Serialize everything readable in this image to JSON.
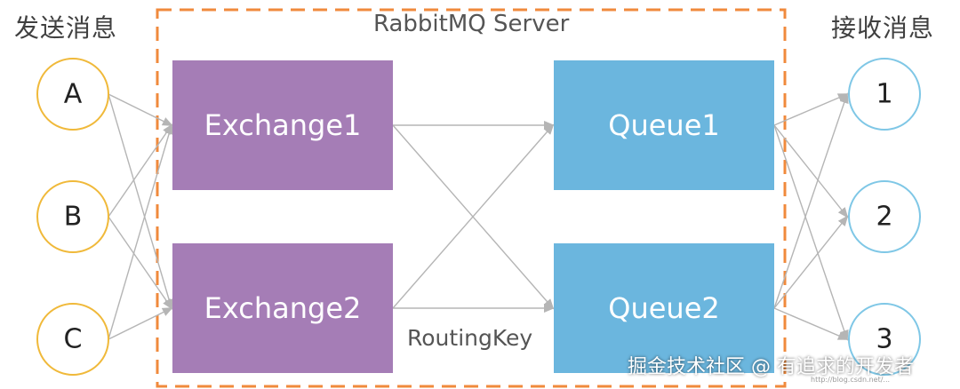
{
  "labels": {
    "send": "发送消息",
    "receive": "接收消息",
    "server": "RabbitMQ Server",
    "routing_key": "RoutingKey",
    "watermark": "掘金技术社区 @ 有追求的开发者",
    "source_url": "http://blog.csdn.net/..."
  },
  "producers": [
    "A",
    "B",
    "C"
  ],
  "exchanges": [
    "Exchange1",
    "Exchange2"
  ],
  "queues": [
    "Queue1",
    "Queue2"
  ],
  "consumers": [
    "1",
    "2",
    "3"
  ],
  "colors": {
    "exchange": "#a57db6",
    "queue": "#6bb6de",
    "producer_circle": "#f0b93a",
    "consumer_circle": "#7fc7e6",
    "server_border": "#f08a3c",
    "arrow": "#b5b5b5"
  }
}
